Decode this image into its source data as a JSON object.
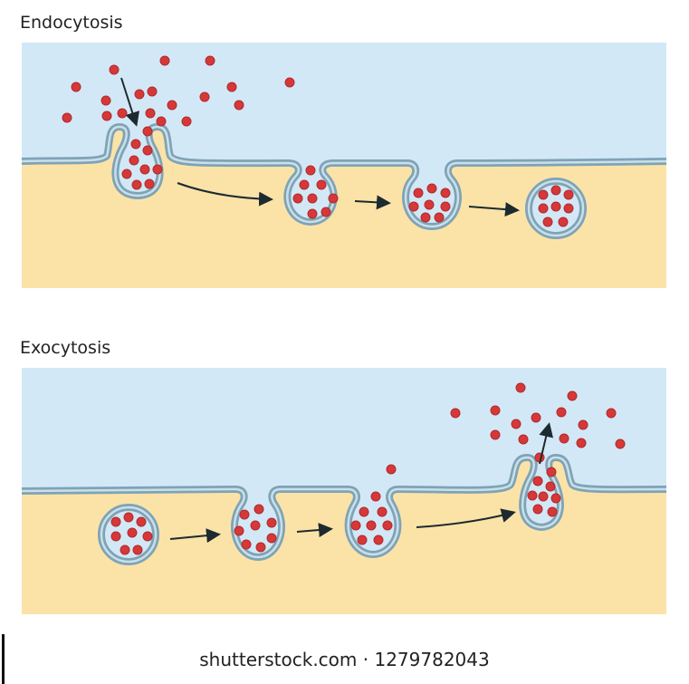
{
  "panels": [
    {
      "title": "Endocytosis"
    },
    {
      "title": "Exocytosis"
    }
  ],
  "watermark": "shutterstock.com · 1279782043",
  "colors": {
    "extracellular": "#d3e8f7",
    "cytoplasm": "#fbe3a8",
    "membrane": "#7fa3b6",
    "molecule": "#d6383a"
  }
}
